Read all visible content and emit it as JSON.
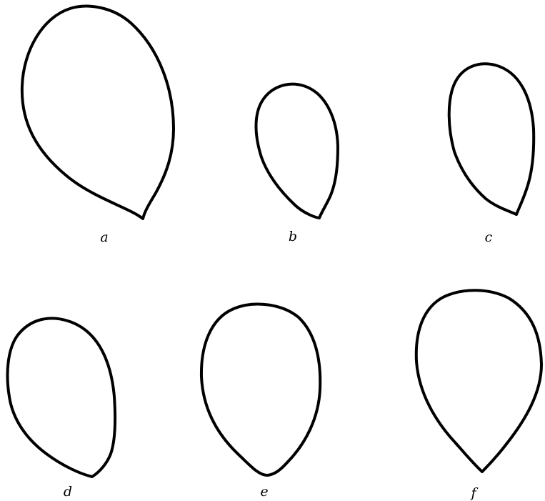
{
  "figure": {
    "labels": [
      "a",
      "b",
      "c",
      "d",
      "e",
      "f"
    ],
    "stroke_color": "#000000",
    "background_color": "#ffffff"
  }
}
